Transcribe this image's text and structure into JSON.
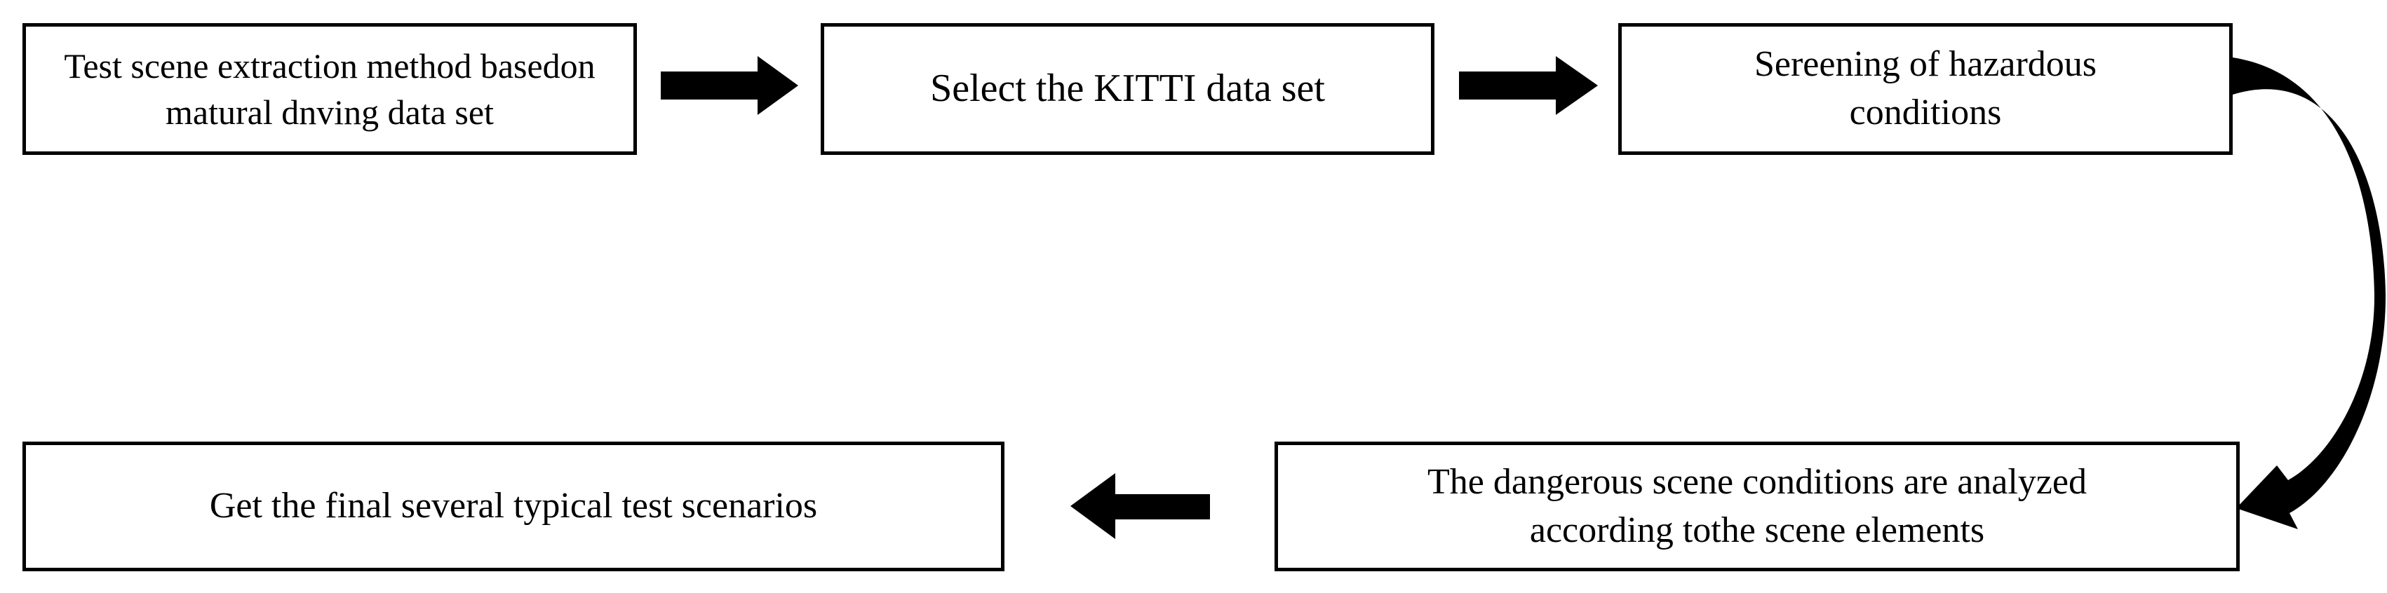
{
  "colors": {
    "stroke": "#000000",
    "background": "#ffffff"
  },
  "flow": {
    "step1_line1": "Test scene extraction method basedon",
    "step1_line2": "matural dnving data set",
    "step2": "Select the KITTI data set",
    "step3_line1": "Sereening of hazardous",
    "step3_line2": "conditions",
    "step4_line1": "The dangerous scene conditions are analyzed",
    "step4_line2": "according tothe scene elements",
    "step5": "Get the final several typical test scenarios"
  }
}
